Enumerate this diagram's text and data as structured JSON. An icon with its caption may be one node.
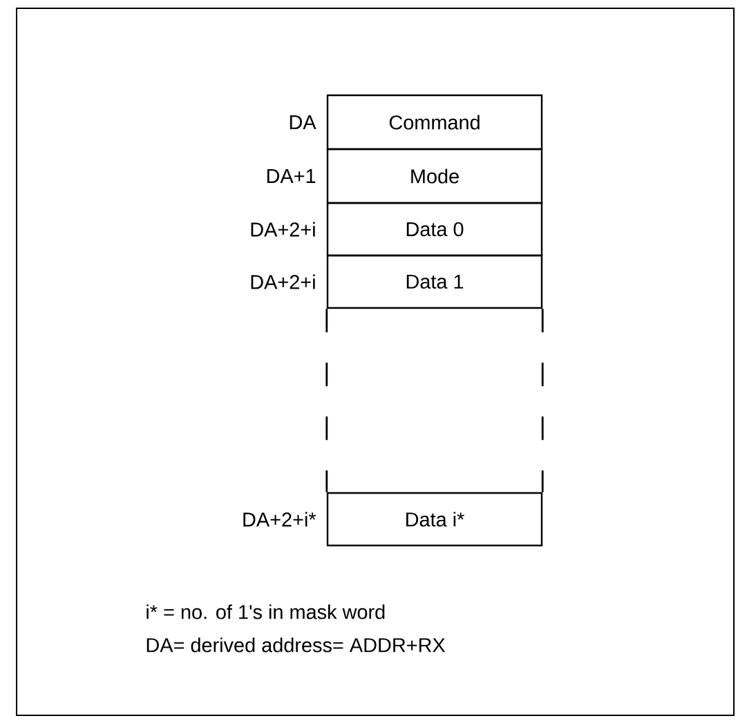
{
  "diagram": {
    "nodes": [
      {
        "text": [
          "Command"
        ],
        "beside": [
          "DA"
        ]
      },
      {
        "text": [
          "Mode"
        ],
        "beside": [
          "DA+1"
        ]
      },
      {
        "text": [
          "Data 0"
        ],
        "beside": [
          "DA+2+i"
        ]
      },
      {
        "text": [
          "Data 1"
        ],
        "beside": [
          "DA+2+i"
        ]
      },
      {
        "text": [
          "Data i*"
        ],
        "beside": [
          "DA+2+i*"
        ]
      }
    ],
    "edges": [
      {
        "from": 3,
        "to": 4,
        "arrow": "none",
        "style": "dashed"
      },
      {
        "from": 3,
        "to": 4,
        "arrow": "none",
        "style": "dashed"
      }
    ],
    "labels": [
      "i* = no. of 1's in mask word",
      "DA= derived address= ADDR+RX"
    ]
  }
}
